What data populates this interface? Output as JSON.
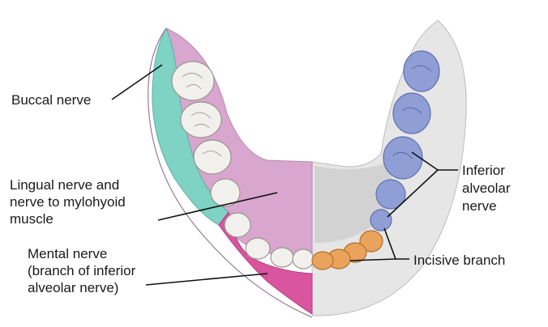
{
  "labels": {
    "buccal": "Buccal nerve",
    "lingual_1": "Lingual nerve and",
    "lingual_2": "nerve to mylohyoid",
    "lingual_3": "muscle",
    "mental_1": "Mental nerve",
    "mental_2": "(branch of inferior",
    "mental_3": "alveolar nerve)",
    "inferior_1": "Inferior",
    "inferior_2": "alveolar",
    "inferior_3": "nerve",
    "incisive": "Incisive branch"
  },
  "colors": {
    "buccal_region": "#7fd3c4",
    "lingual_region": "#d9a6cf",
    "mental_region": "#d9559f",
    "inferior_alveolar_teeth": "#8f9fd6",
    "incisive_teeth": "#eaa35a",
    "gingiva_right": "#e4e4e4"
  }
}
